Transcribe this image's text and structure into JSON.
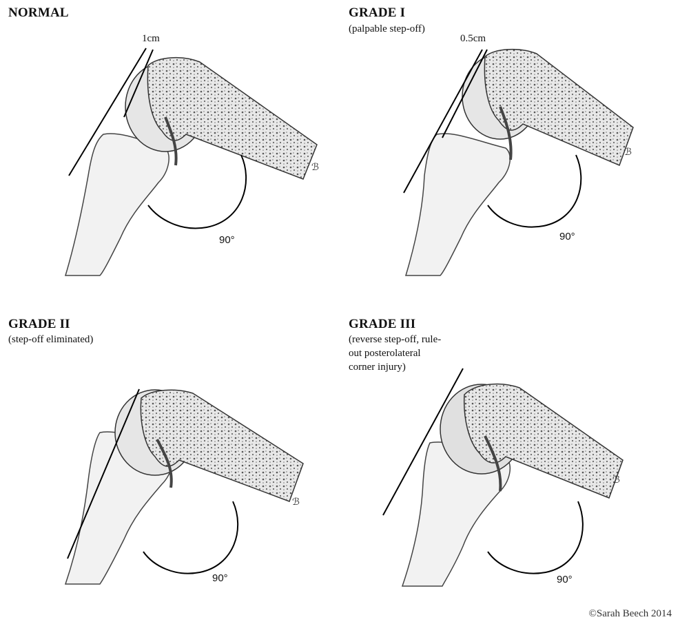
{
  "panels": {
    "normal": {
      "title": "NORMAL",
      "subtitle": "",
      "measure": "1cm",
      "angle": "90°"
    },
    "grade1": {
      "title": "GRADE I",
      "subtitle": "(palpable step-off)",
      "measure": "0.5cm",
      "angle": "90°"
    },
    "grade2": {
      "title": "GRADE II",
      "subtitle": "(step-off eliminated)",
      "measure": "",
      "angle": "90°"
    },
    "grade3": {
      "title": "GRADE III",
      "subtitle": "(reverse step-off, rule-\nout posterolateral\ncorner injury)",
      "measure": "",
      "angle": "90°"
    }
  },
  "copyright": "©Sarah Beech 2014"
}
